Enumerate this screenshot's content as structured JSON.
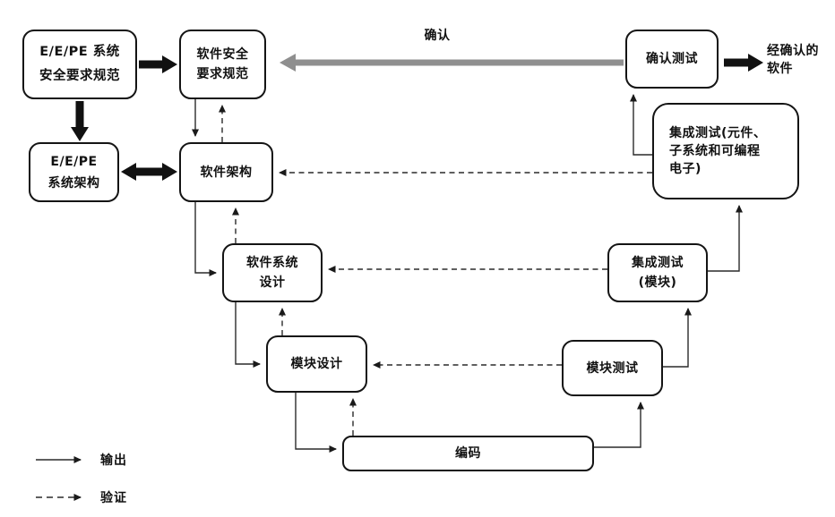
{
  "diagram": {
    "nodes": {
      "eepe_srs": {
        "label": "E/E/PE 系统\n安全要求规范"
      },
      "sw_srs": {
        "label": "软件安全\n要求规范"
      },
      "eepe_arch": {
        "label": "E/E/PE\n系统架构"
      },
      "sw_arch": {
        "label": "软件架构"
      },
      "sw_sys_design": {
        "label": "软件系统\n设计"
      },
      "module_design": {
        "label": "模块设计"
      },
      "coding": {
        "label": "编码"
      },
      "module_test": {
        "label": "模块测试"
      },
      "integ_test_module": {
        "label": "集成测试\n(模块)"
      },
      "integ_test_system": {
        "label": "集成测试(元件、\n子系统和可编程\n电子)"
      },
      "validation_test": {
        "label": "确认测试"
      },
      "validated_software": {
        "label": "经确认的\n软件"
      }
    },
    "labels": {
      "validation_arrow": "确认"
    },
    "legend": {
      "output": "输出",
      "verification": "验证"
    },
    "colors": {
      "line": "#2a2a2a",
      "thick_arrow": "#111111",
      "gray_arrow": "#8f8f8f",
      "box_border": "#141414",
      "background": "#ffffff"
    }
  }
}
